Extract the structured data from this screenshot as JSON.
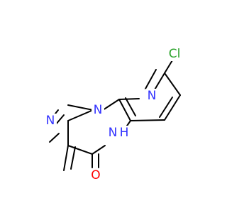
{
  "molecule": {
    "colors": {
      "bond": "#000000",
      "nitrogen": "#3333ff",
      "oxygen": "#ff0000",
      "chlorine": "#2ba32b"
    },
    "labels": {
      "cl": "Cl",
      "n_pyridine": "N",
      "n_bridge": "N",
      "n_imidazole": "N",
      "nh_n": "N",
      "nh_h": "H",
      "o": "O"
    }
  }
}
